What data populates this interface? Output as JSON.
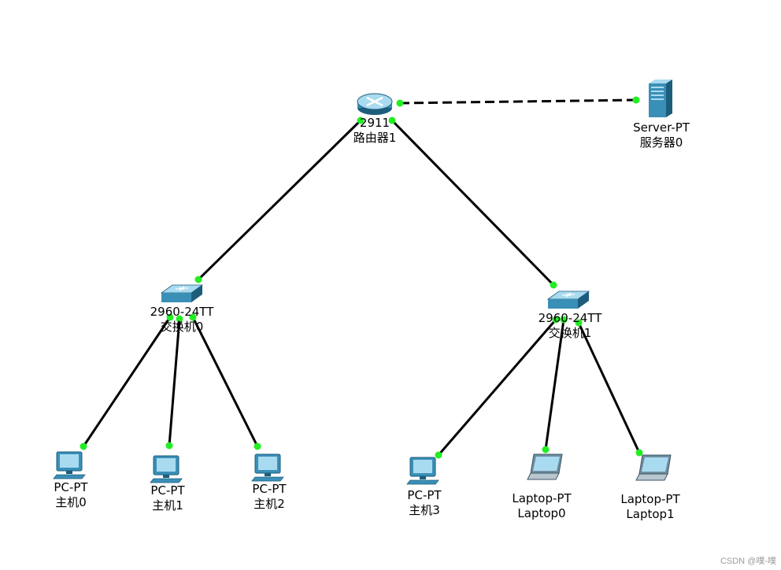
{
  "colors": {
    "link": "#000000",
    "port_up": "#22ee22",
    "device_body": "#3a8fb7",
    "device_dark": "#1d5d7c",
    "device_light": "#a9dbf0"
  },
  "devices": [
    {
      "id": "router1",
      "icon": "router-icon",
      "model": "2911",
      "name": "路由器1"
    },
    {
      "id": "server0",
      "icon": "server-icon",
      "model": "Server-PT",
      "name": "服务器0"
    },
    {
      "id": "switch0",
      "icon": "switch-icon",
      "model": "2960-24TT",
      "name": "交换机0"
    },
    {
      "id": "switch1",
      "icon": "switch-icon",
      "model": "2960-24TT",
      "name": "交换机1"
    },
    {
      "id": "pc0",
      "icon": "pc-icon",
      "model": "PC-PT",
      "name": "主机0"
    },
    {
      "id": "pc1",
      "icon": "pc-icon",
      "model": "PC-PT",
      "name": "主机1"
    },
    {
      "id": "pc2",
      "icon": "pc-icon",
      "model": "PC-PT",
      "name": "主机2"
    },
    {
      "id": "pc3",
      "icon": "pc-icon",
      "model": "PC-PT",
      "name": "主机3"
    },
    {
      "id": "laptop0",
      "icon": "laptop-icon",
      "model": "Laptop-PT",
      "name": "Laptop0"
    },
    {
      "id": "laptop1",
      "icon": "laptop-icon",
      "model": "Laptop-PT",
      "name": "Laptop1"
    }
  ],
  "links": [
    {
      "from": "router1",
      "to": "server0",
      "style": "dashed"
    },
    {
      "from": "router1",
      "to": "switch0",
      "style": "solid"
    },
    {
      "from": "router1",
      "to": "switch1",
      "style": "solid"
    },
    {
      "from": "switch0",
      "to": "pc0",
      "style": "solid"
    },
    {
      "from": "switch0",
      "to": "pc1",
      "style": "solid"
    },
    {
      "from": "switch0",
      "to": "pc2",
      "style": "solid"
    },
    {
      "from": "switch1",
      "to": "pc3",
      "style": "solid"
    },
    {
      "from": "switch1",
      "to": "laptop0",
      "style": "solid"
    },
    {
      "from": "switch1",
      "to": "laptop1",
      "style": "solid"
    }
  ],
  "watermark": "CSDN @噗-噗"
}
